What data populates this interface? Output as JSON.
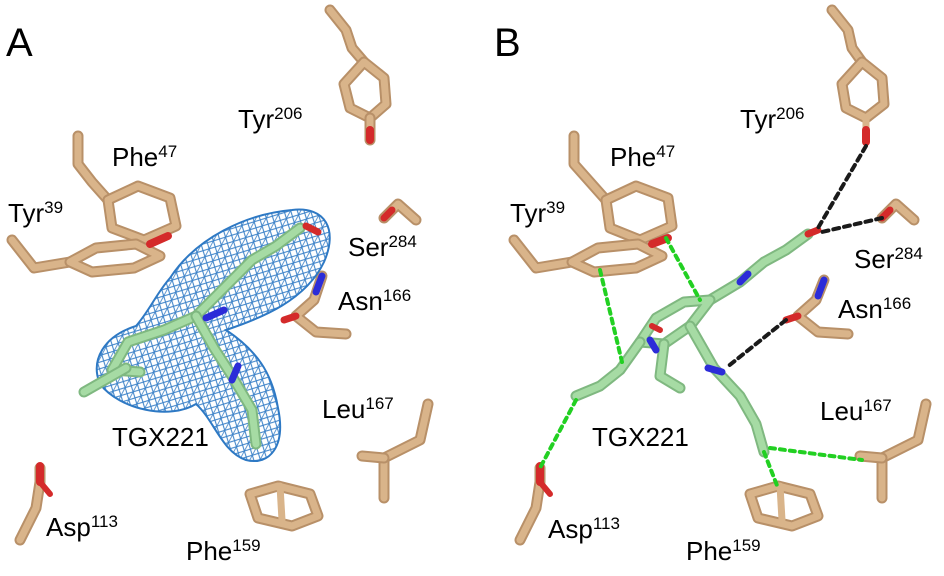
{
  "colors": {
    "protein_carbon": "#d9b48a",
    "protein_shadow": "#b89068",
    "ligand_carbon": "#a6dba4",
    "ligand_shadow": "#7fb880",
    "nitrogen": "#2c2cd8",
    "oxygen": "#d42a2a",
    "density_mesh": "#2e79c4",
    "hbond_black": "#1a1a1a",
    "contact_green": "#22d022"
  },
  "panels": [
    {
      "letter": "A",
      "density_mesh_shown": true,
      "interaction_lines_shown": false,
      "labels": {
        "tyr206": {
          "name": "Tyr",
          "num": "206"
        },
        "phe47": {
          "name": "Phe",
          "num": "47"
        },
        "tyr39": {
          "name": "Tyr",
          "num": "39"
        },
        "ser284": {
          "name": "Ser",
          "num": "284"
        },
        "asn166": {
          "name": "Asn",
          "num": "166"
        },
        "leu167": {
          "name": "Leu",
          "num": "167"
        },
        "tgx221": {
          "name": "TGX221",
          "num": ""
        },
        "asp113": {
          "name": "Asp",
          "num": "113"
        },
        "phe159": {
          "name": "Phe",
          "num": "159"
        }
      }
    },
    {
      "letter": "B",
      "density_mesh_shown": false,
      "interaction_lines_shown": true,
      "labels": {
        "tyr206": {
          "name": "Tyr",
          "num": "206"
        },
        "phe47": {
          "name": "Phe",
          "num": "47"
        },
        "tyr39": {
          "name": "Tyr",
          "num": "39"
        },
        "ser284": {
          "name": "Ser",
          "num": "284"
        },
        "asn166": {
          "name": "Asn",
          "num": "166"
        },
        "leu167": {
          "name": "Leu",
          "num": "167"
        },
        "tgx221": {
          "name": "TGX221",
          "num": ""
        },
        "asp113": {
          "name": "Asp",
          "num": "113"
        },
        "phe159": {
          "name": "Phe",
          "num": "159"
        }
      }
    }
  ]
}
